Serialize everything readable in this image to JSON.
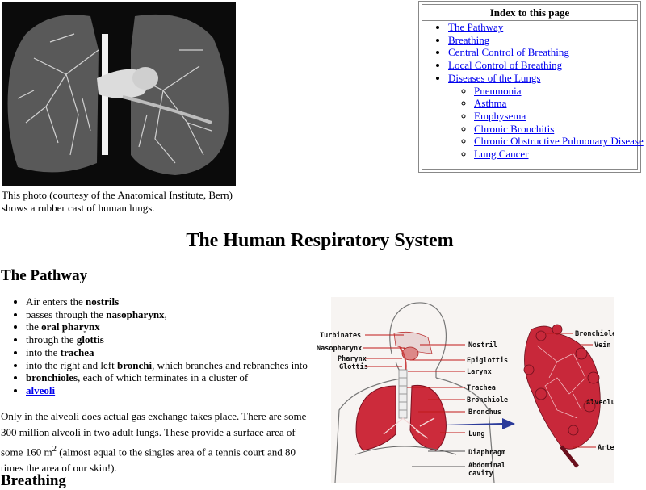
{
  "photo": {
    "alt": "rubber cast of human lungs"
  },
  "caption": "This photo (courtesy of the Anatomical Institute, Bern) shows a rubber cast of human lungs.",
  "index": {
    "title": "Index to this page",
    "items": [
      "The Pathway",
      "Breathing",
      "Central Control of Breathing",
      "Local Control of Breathing",
      "Diseases of the Lungs"
    ],
    "sub_items": [
      "Pneumonia",
      "Asthma",
      "Emphysema",
      "Chronic Bronchitis",
      "Chronic Obstructive Pulmonary Disease",
      "Lung Cancer"
    ]
  },
  "page_title": "The Human Respiratory System",
  "section_pathway": "The Pathway",
  "pathway": [
    {
      "pre": "Air enters the ",
      "bold": "nostrils",
      "post": ""
    },
    {
      "pre": "passes through the ",
      "bold": "nasopharynx",
      "post": ","
    },
    {
      "pre": "the ",
      "bold": "oral pharynx",
      "post": ""
    },
    {
      "pre": "through the ",
      "bold": "glottis",
      "post": ""
    },
    {
      "pre": "into the ",
      "bold": "trachea",
      "post": ""
    },
    {
      "pre": "into the right and left ",
      "bold": "bronchi",
      "post": ", which branches and rebranches into"
    },
    {
      "pre": "",
      "bold": "bronchioles",
      "post": ", each of which terminates in a cluster of"
    }
  ],
  "pathway_link": "alveoli",
  "paragraph": {
    "part1": "Only in the alveoli does actual gas exchange takes place. There are some 300 million alveoli in two adult lungs. These provide a surface area of some 160 m",
    "sup": "2",
    "part2": " (almost equal to the singles area of a tennis court and 80 times the area of our skin!)."
  },
  "section_breathing": "Breathing",
  "diagram_labels": {
    "left": [
      "Turbinates",
      "Nasopharynx",
      "Pharynx",
      "Glottis"
    ],
    "middle": [
      "Nostril",
      "Epiglottis",
      "Larynx",
      "Trachea",
      "Bronchiole",
      "Bronchus",
      "Lung",
      "Diaphragm",
      "Abdominal",
      "cavity"
    ],
    "right": [
      "Bronchiole",
      "Vein",
      "Alveolus",
      "Artery"
    ]
  }
}
